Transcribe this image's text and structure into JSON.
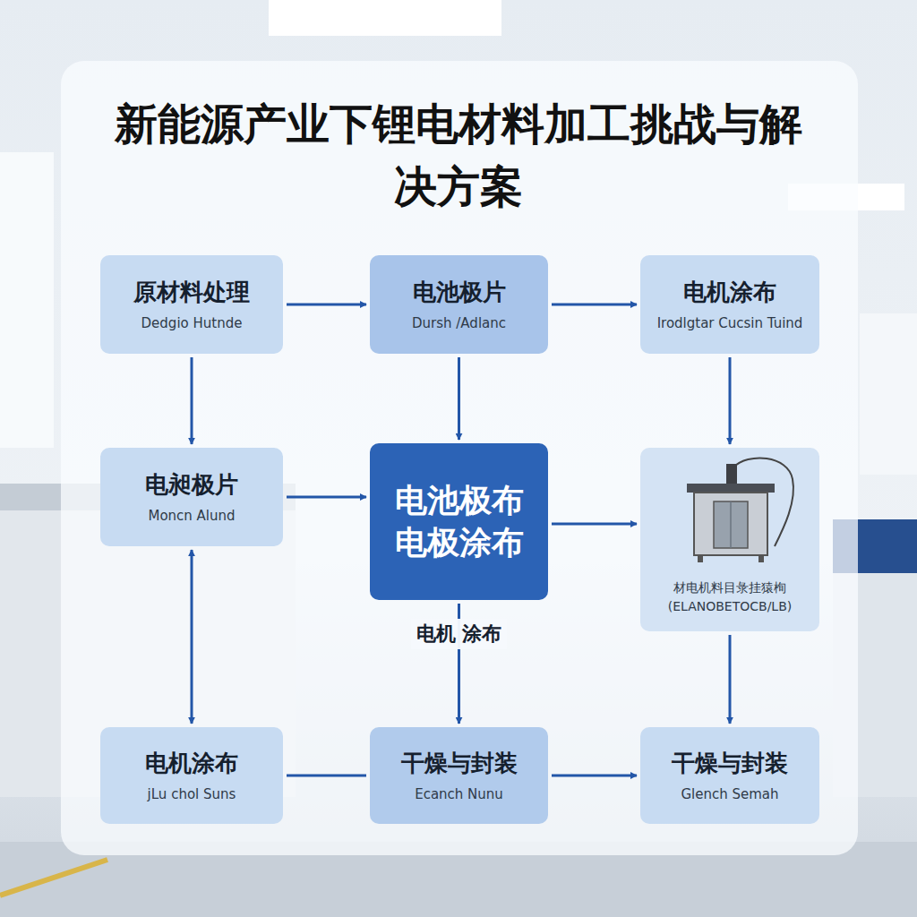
{
  "diagram": {
    "title": "新能源产业下锂电材料加工挑战与解决方案",
    "nodes": [
      {
        "text": [
          "原材料处理",
          "Dedgio Hutnde"
        ]
      },
      {
        "text": [
          "电池极片",
          "Dursh /Adlanc"
        ]
      },
      {
        "text": [
          "电机涂布",
          "Irodlgtar Cucsin Tuind"
        ]
      },
      {
        "text": [
          "电昶极片",
          "Moncn Alund"
        ]
      },
      {
        "text": [
          "电池极布 电极涂布"
        ]
      },
      {
        "text": [
          "材电机料目彔挂猿栒 (ELANOBETOCB/LB)"
        ]
      },
      {
        "text": [
          "电机涂布",
          "jLu chol Suns"
        ]
      },
      {
        "text": [
          "干燥与封装",
          "Ecanch Nunu"
        ]
      },
      {
        "text": [
          "干燥与封装",
          "Glench Semah"
        ]
      }
    ],
    "edges": [
      {
        "from": 0,
        "to": 1,
        "arrow": "to"
      },
      {
        "from": 1,
        "to": 2,
        "arrow": "to"
      },
      {
        "from": 0,
        "to": 3,
        "arrow": "to"
      },
      {
        "from": 1,
        "to": 4,
        "arrow": "to"
      },
      {
        "from": 2,
        "to": 5,
        "arrow": "to"
      },
      {
        "from": 3,
        "to": 4,
        "arrow": "to"
      },
      {
        "from": 4,
        "to": 5,
        "arrow": "to"
      },
      {
        "from": 3,
        "to": 6,
        "arrow": "both"
      },
      {
        "from": 4,
        "to": 7,
        "label": "电机 涂布",
        "arrow": "to"
      },
      {
        "from": 5,
        "to": 8,
        "arrow": "to"
      },
      {
        "from": 6,
        "to": 7,
        "arrow": "none"
      },
      {
        "from": 7,
        "to": 8,
        "arrow": "to"
      }
    ]
  }
}
